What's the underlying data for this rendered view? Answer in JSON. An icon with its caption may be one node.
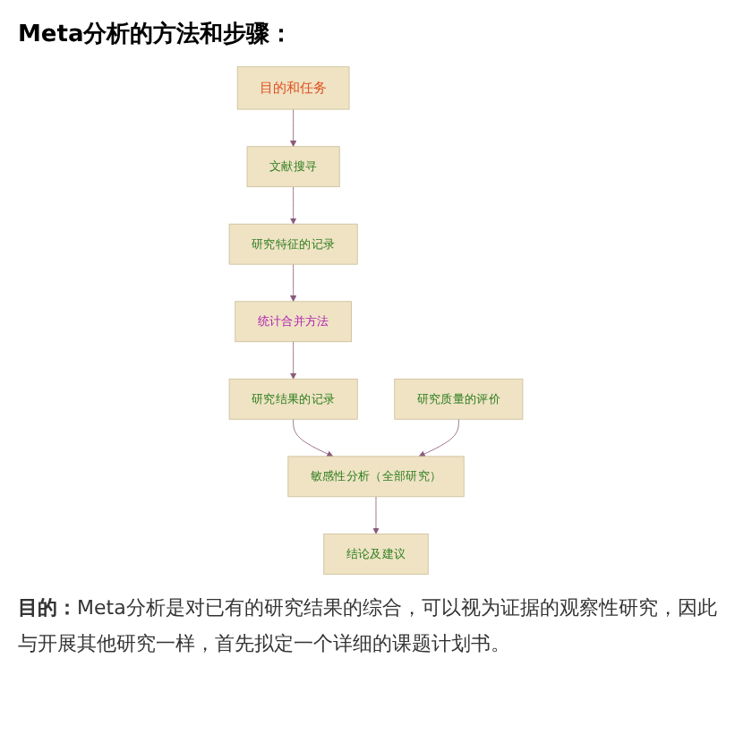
{
  "diagram": {
    "title": "Meta分析的方法和步骤：",
    "nodes": [
      {
        "text": [
          "目的和任务"
        ]
      },
      {
        "text": [
          "文献搜寻"
        ]
      },
      {
        "text": [
          "研究质量的评价"
        ]
      },
      {
        "text": [
          "研究特征的记录"
        ]
      },
      {
        "text": [
          "统计合并方法"
        ]
      },
      {
        "text": [
          "研究结果的记录"
        ]
      },
      {
        "text": [
          "敏感性分析（全部研究）"
        ]
      },
      {
        "text": [
          "结论及建议"
        ]
      }
    ],
    "edges": [
      {
        "from": 0,
        "to": 1,
        "arrow": "to"
      },
      {
        "from": 1,
        "to": 3,
        "arrow": "to"
      },
      {
        "from": 3,
        "to": 4,
        "arrow": "to"
      },
      {
        "from": 4,
        "to": 5,
        "arrow": "to"
      },
      {
        "from": 5,
        "to": 6,
        "arrow": "to"
      },
      {
        "from": 2,
        "to": 6,
        "arrow": "to"
      },
      {
        "from": 6,
        "to": 7,
        "arrow": "to"
      }
    ],
    "labels": [
      "**目的：**Meta分析是对已有的研究结果的综合，可以视为证据的观察性研究，因此与开展其他研究一样，首先拟定一个详细的课题计划书。"
    ]
  }
}
